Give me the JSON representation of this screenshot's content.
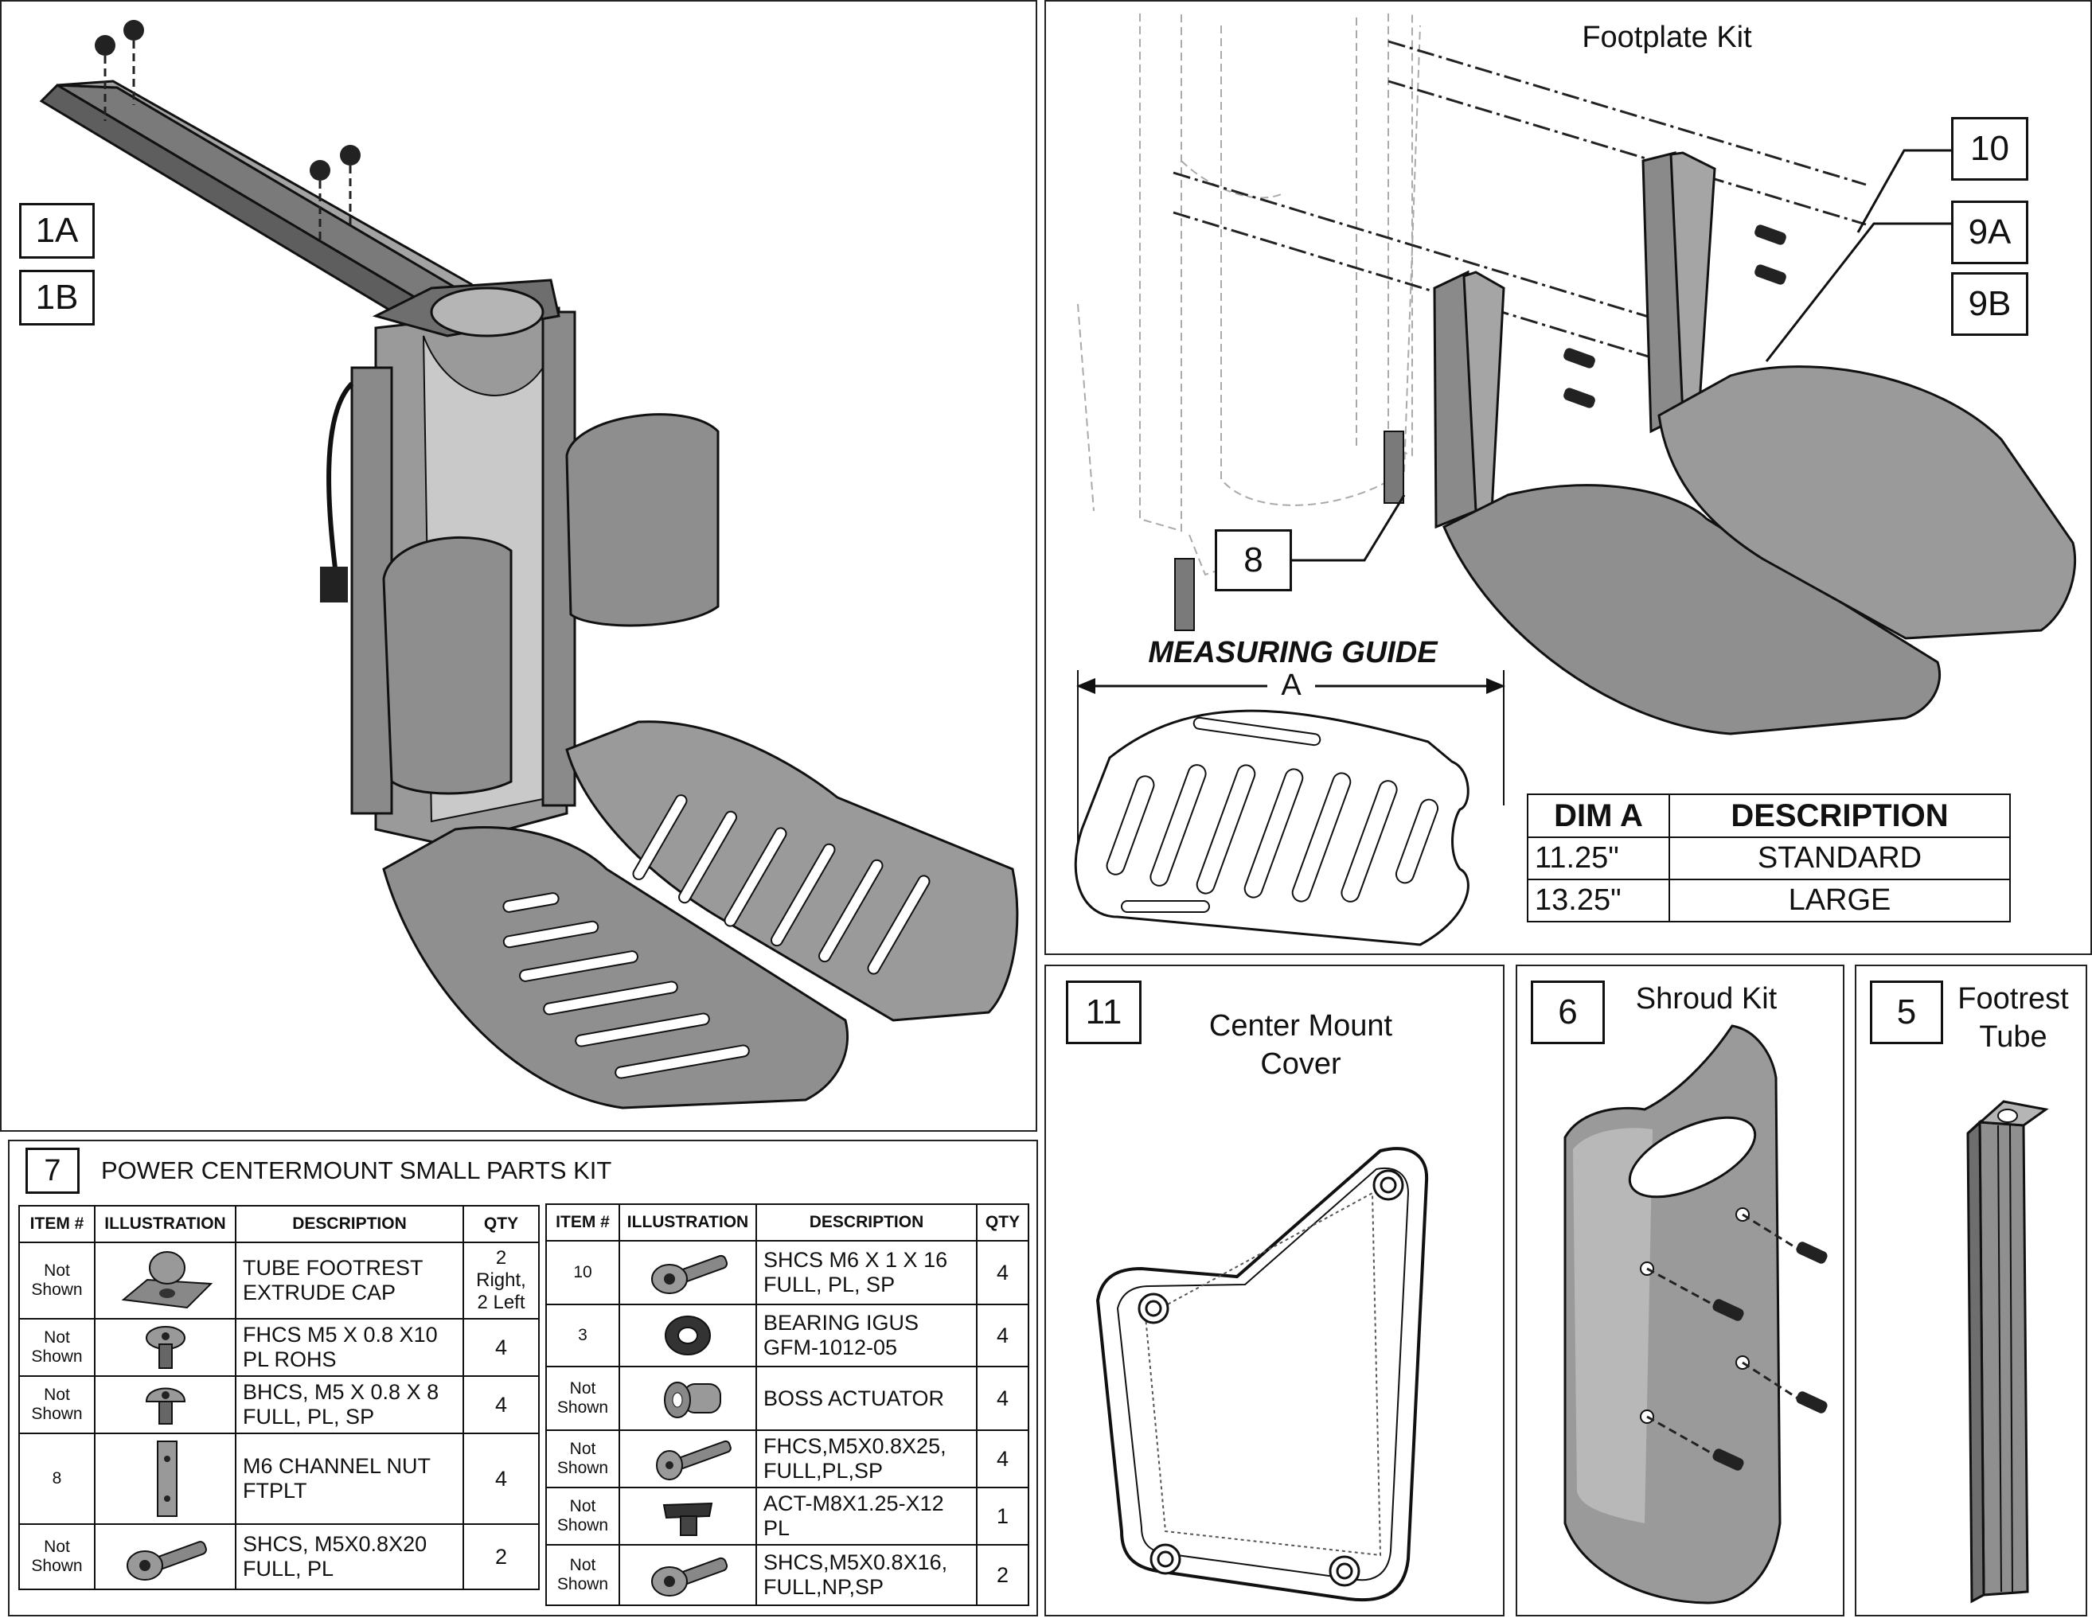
{
  "callouts": {
    "c1a": "1A",
    "c1b": "1B",
    "c10": "10",
    "c9a": "9A",
    "c9b": "9B",
    "c8": "8",
    "c11": "11",
    "c6": "6",
    "c5": "5",
    "c7": "7"
  },
  "labels": {
    "footplate_kit": "Footplate Kit",
    "measuring_guide": "MEASURING GUIDE",
    "dim_letter": "A",
    "center_mount_cover": "Center Mount\nCover",
    "shroud_kit": "Shroud Kit",
    "footrest_tube": "Footrest\nTube",
    "small_parts_title": "POWER CENTERMOUNT SMALL PARTS KIT"
  },
  "dim_table": {
    "headers": [
      "DIM A",
      "DESCRIPTION"
    ],
    "rows": [
      [
        "11.25\"",
        "STANDARD"
      ],
      [
        "13.25\"",
        "LARGE"
      ]
    ]
  },
  "parts_headers": [
    "ITEM #",
    "ILLUSTRATION",
    "DESCRIPTION",
    "QTY"
  ],
  "parts_left": [
    {
      "item": "Not\nShown",
      "icon": "tube-cap-icon",
      "desc": "TUBE FOOTREST\nEXTRUDE CAP",
      "qty": "2 Right,\n2 Left"
    },
    {
      "item": "Not\nShown",
      "icon": "flat-head-screw-icon",
      "desc": "FHCS M5 X 0.8 X10\nPL ROHS",
      "qty": "4"
    },
    {
      "item": "Not\nShown",
      "icon": "button-head-screw-icon",
      "desc": "BHCS, M5 X 0.8 X 8\nFULL, PL, SP",
      "qty": "4"
    },
    {
      "item": "8",
      "icon": "channel-nut-icon",
      "desc": "M6 CHANNEL NUT\nFTPLT",
      "qty": "4"
    },
    {
      "item": "Not\nShown",
      "icon": "socket-head-screw-icon",
      "desc": "SHCS, M5X0.8X20\nFULL, PL",
      "qty": "2"
    }
  ],
  "parts_right": [
    {
      "item": "10",
      "icon": "socket-head-screw-icon",
      "desc": "SHCS M6 X 1 X 16\nFULL, PL, SP",
      "qty": "4"
    },
    {
      "item": "3",
      "icon": "bearing-icon",
      "desc": "BEARING IGUS\nGFM-1012-05",
      "qty": "4"
    },
    {
      "item": "Not\nShown",
      "icon": "boss-actuator-icon",
      "desc": "BOSS ACTUATOR",
      "qty": "4"
    },
    {
      "item": "Not\nShown",
      "icon": "flat-head-screw-long-icon",
      "desc": "FHCS,M5X0.8X25,\nFULL,PL,SP",
      "qty": "4"
    },
    {
      "item": "Not\nShown",
      "icon": "t-bolt-icon",
      "desc": "ACT-M8X1.25-X12\nPL",
      "qty": "1"
    },
    {
      "item": "Not\nShown",
      "icon": "socket-head-screw-icon",
      "desc": "SHCS,M5X0.8X16,\nFULL,NP,SP",
      "qty": "2"
    }
  ]
}
